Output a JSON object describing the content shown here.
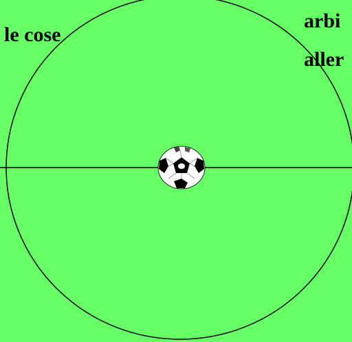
{
  "labels": {
    "top_left": "le cose",
    "top_right_line1": "arbi",
    "top_right_line2": "aller"
  },
  "colors": {
    "background": "#66ff66",
    "line": "#000000",
    "ball_white": "#ffffff",
    "ball_black": "#000000"
  },
  "icons": {
    "ball": "soccer-ball-icon"
  }
}
